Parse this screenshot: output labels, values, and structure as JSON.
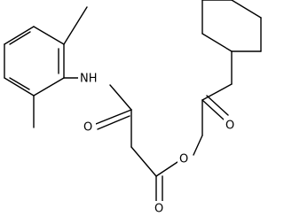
{
  "molecule": {
    "atom_labels": {
      "nh": "NH",
      "amide_o": "O",
      "ester_o": "O",
      "carbonyl_o": "O",
      "ketone_o": "O"
    }
  },
  "colors": {
    "bond": "#000000",
    "background": "#ffffff"
  }
}
